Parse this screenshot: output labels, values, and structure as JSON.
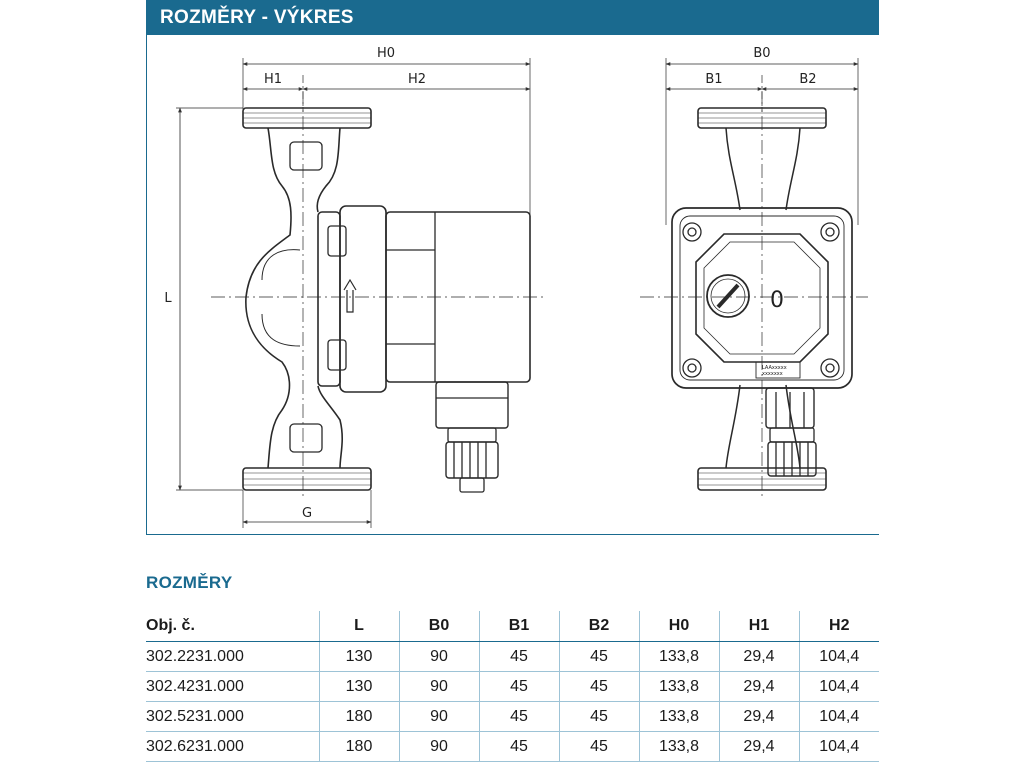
{
  "header": {
    "title": "ROZMĚRY - VÝKRES"
  },
  "drawing": {
    "labels": {
      "H0": "H0",
      "H1": "H1",
      "H2": "H2",
      "B0": "B0",
      "B1": "B1",
      "B2": "B2",
      "L": "L",
      "G": "G",
      "speed": "0",
      "plate_line1": "LAAxxxxx",
      "plate_line2": "xxxxxxx"
    }
  },
  "table": {
    "title": "ROZMĚRY",
    "headers": [
      "Obj. č.",
      "L",
      "B0",
      "B1",
      "B2",
      "H0",
      "H1",
      "H2"
    ],
    "rows": [
      [
        "302.2231.000",
        "130",
        "90",
        "45",
        "45",
        "133,8",
        "29,4",
        "104,4"
      ],
      [
        "302.4231.000",
        "130",
        "90",
        "45",
        "45",
        "133,8",
        "29,4",
        "104,4"
      ],
      [
        "302.5231.000",
        "180",
        "90",
        "45",
        "45",
        "133,8",
        "29,4",
        "104,4"
      ],
      [
        "302.6231.000",
        "180",
        "90",
        "45",
        "45",
        "133,8",
        "29,4",
        "104,4"
      ]
    ]
  }
}
